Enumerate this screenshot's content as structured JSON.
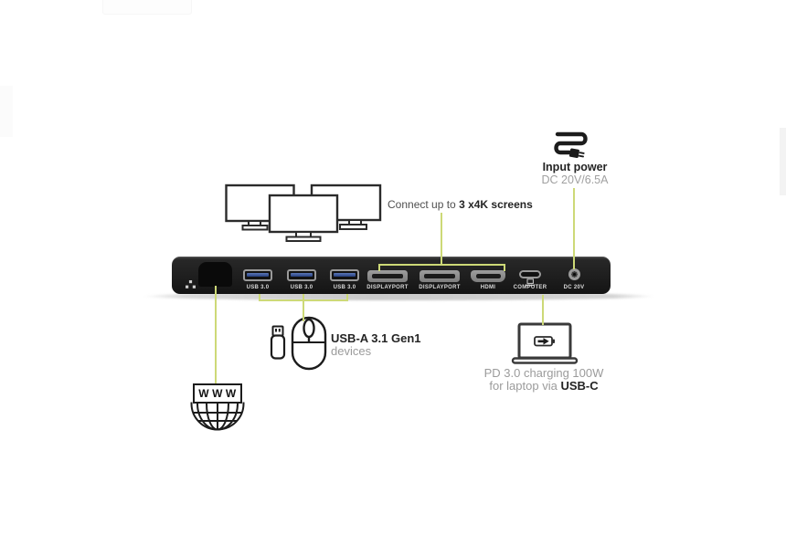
{
  "dock": {
    "usb_port_labels": [
      "USB 3.0",
      "USB 3.0",
      "USB 3.0"
    ],
    "displayport_labels": [
      "DISPLAYPORT",
      "DISPLAYPORT"
    ],
    "hdmi_label": "HDMI",
    "computer_label": "COMPUTER",
    "dc_label": "DC 20V"
  },
  "annotations": {
    "screens": {
      "text_regular": "Connect up to ",
      "text_bold": "3 x4K screens"
    },
    "input_power": {
      "title": "Input power",
      "spec": "DC 20V/6.5A"
    },
    "usb_devices": {
      "title_bold": "USB-A 3.1 Gen1",
      "subtitle": "devices"
    },
    "pd_charging": {
      "line1": "PD 3.0 charging 100W",
      "line2_regular": "for laptop via ",
      "line2_bold": "USB-C"
    },
    "www_label": "WWW"
  },
  "icons": {
    "monitors": "three-4k-monitors-icon",
    "power_plug": "power-plug-cable-icon",
    "usb_flash": "usb-flash-drive-icon",
    "mouse": "mouse-icon",
    "laptop": "charging-laptop-icon",
    "globe": "www-globe-icon",
    "network": "lan-triangle-icon"
  },
  "colors": {
    "leader_line": "#cdd977",
    "dock_body": "#1e1e1e",
    "usb_tongue_blue": "#3d5c9e",
    "port_gray": "#9a9a9a",
    "text_dark": "#242424",
    "text_gray": "#9b9b9b",
    "background": "#ffffff"
  }
}
